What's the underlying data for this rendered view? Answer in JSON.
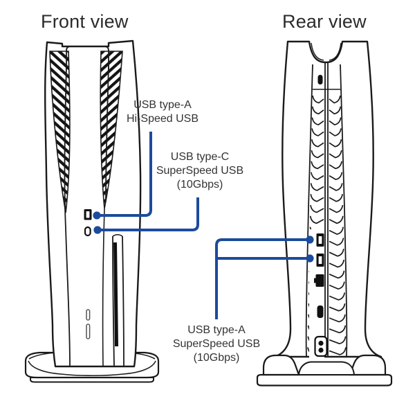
{
  "titles": {
    "front": "Front view",
    "rear": "Rear view"
  },
  "callouts": {
    "front_usb_a": {
      "lines": [
        "USB type-A",
        "Hi-Speed USB"
      ]
    },
    "front_usb_c": {
      "lines": [
        "USB type-C",
        "SuperSpeed USB",
        "(10Gbps)"
      ]
    },
    "rear_usb_a": {
      "lines": [
        "USB type-A",
        "SuperSpeed USB",
        "(10Gbps)"
      ]
    }
  },
  "colors": {
    "callout_blue": "#1c4b9c",
    "line_art": "#1a1a1a",
    "label_text": "#333333",
    "title_text": "#2b2b2b",
    "background": "#ffffff"
  },
  "icons": {
    "front_usb_a_port": "usb-type-a-port",
    "front_usb_c_port": "usb-type-c-port",
    "front_disc_slot": "disc-slot",
    "front_power_button": "power-button-slot",
    "front_eject_button": "eject-button-slot",
    "rear_top_port": "small-slot-port",
    "rear_usb_a_port_1": "usb-type-a-port",
    "rear_usb_a_port_2": "usb-type-a-port",
    "rear_lan_port": "lan-port",
    "rear_hdmi_port": "hdmi-port",
    "rear_power_inlet": "ac-power-inlet"
  }
}
